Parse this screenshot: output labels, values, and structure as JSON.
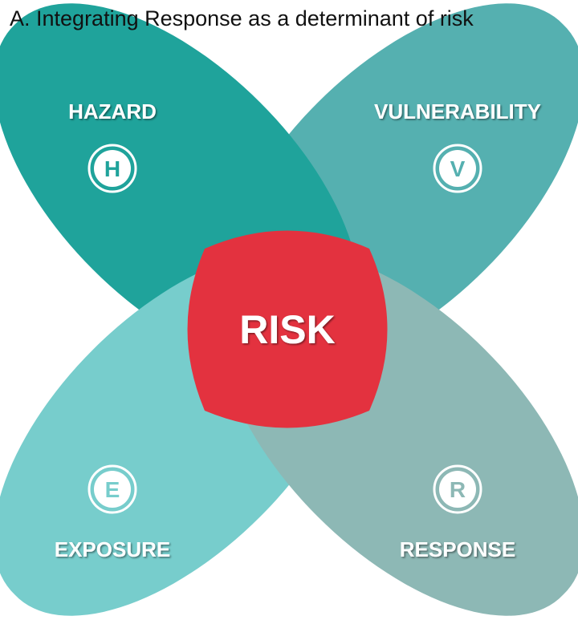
{
  "title": "A. Integrating Response as a determinant of risk",
  "center": {
    "label": "RISK",
    "color": "#e3323f"
  },
  "petals": {
    "hazard": {
      "label": "HAZARD",
      "letter": "H",
      "color": "#1fa39b"
    },
    "vulnerability": {
      "label": "VULNERABILITY",
      "letter": "V",
      "color": "#55b0b0"
    },
    "exposure": {
      "label": "EXPOSURE",
      "letter": "E",
      "color": "#77cdcc"
    },
    "response": {
      "label": "RESPONSE",
      "letter": "R",
      "color": "#8db8b5"
    }
  }
}
